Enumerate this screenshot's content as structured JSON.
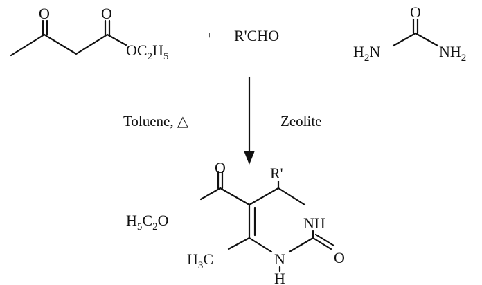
{
  "reaction": {
    "reactant1": {
      "carbonyl_o1": "O",
      "carbonyl_o2": "O",
      "ester": "OC",
      "ester_sub2": "2",
      "ester_h": "H",
      "ester_sub5": "5"
    },
    "plus": "+",
    "reactant2": {
      "formula": "R'CHO"
    },
    "reactant3": {
      "carbonyl_o": "O",
      "left_nh": "H",
      "left_sub": "2",
      "left_n": "N",
      "right_nh": "NH",
      "right_sub": "2"
    },
    "conditions": {
      "left": "Toluene, △",
      "right": "Zeolite"
    },
    "product": {
      "ester_o": "O",
      "ester_alkoxy_h": "H",
      "ester_alkoxy_sub5": "5",
      "ester_alkoxy_c": "C",
      "ester_alkoxy_sub2": "2",
      "ester_alkoxy_o": "O",
      "substituent": "R'",
      "nh_top": "NH",
      "methyl_h": "H",
      "methyl_sub": "3",
      "methyl_c": "C",
      "ring_n": "N",
      "ring_n_h": "H",
      "carbonyl_o": "O"
    }
  }
}
